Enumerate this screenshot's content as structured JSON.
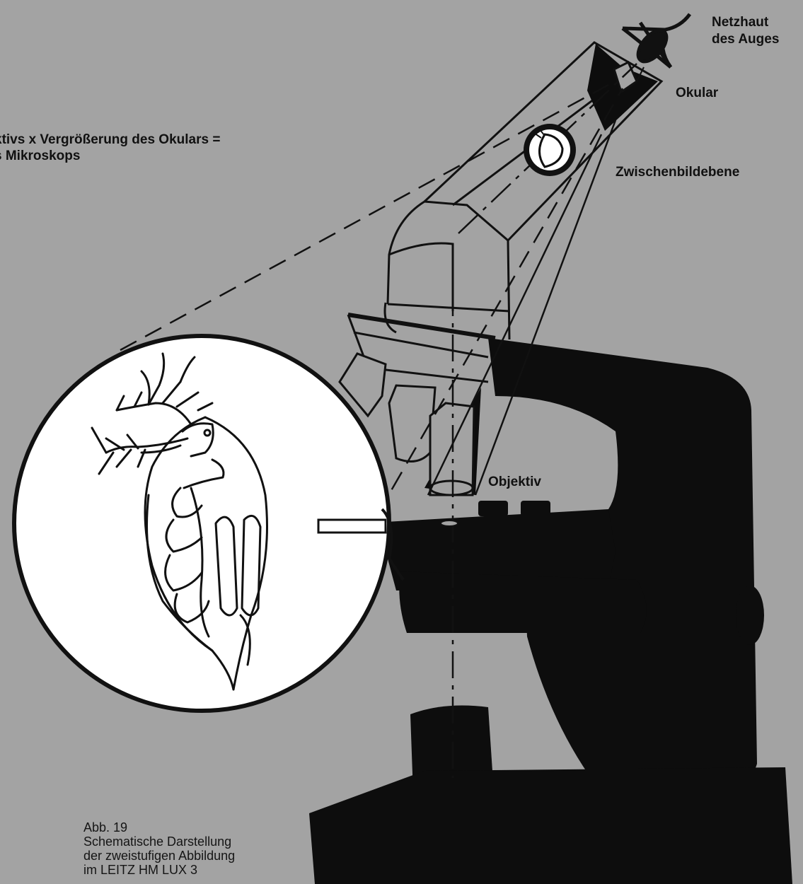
{
  "labels": {
    "retina": [
      "Netzhaut",
      "des Auges"
    ],
    "eyepiece": "Okular",
    "intermediate_plane": "Zwischenbildebene",
    "objective": "Objektiv"
  },
  "formula": [
    "ktivs x Vergrößerung des Okulars =",
    "s Mikroskops"
  ],
  "caption": {
    "figure": "Abb. 19",
    "lines": [
      "Schematische Darstellung",
      "der zweistufigen Abbildung",
      "im LEITZ HM LUX 3"
    ]
  },
  "colors": {
    "background": "#a3a3a3",
    "silhouette": "#0d0d0d",
    "lines": "#111111",
    "specimen_circle": "#ffffff"
  },
  "icons": [
    "eye-icon",
    "microscope-silhouette",
    "daphnia-drawing"
  ]
}
